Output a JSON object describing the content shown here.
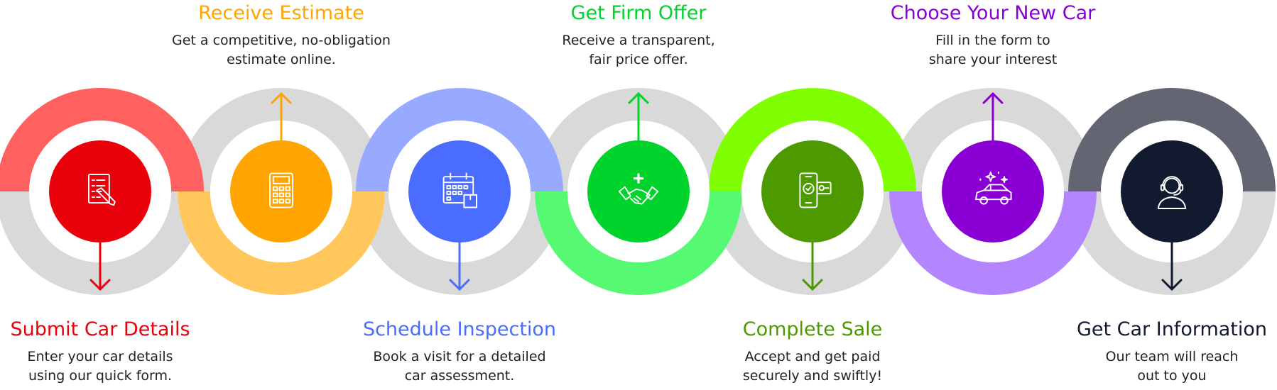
{
  "steps": [
    {
      "title": "Submit Car Details",
      "desc": "Enter your car details\nusing our quick form.",
      "color": "#e8000b",
      "ring_color": "#ff6060",
      "icon": "document-pencil-icon"
    },
    {
      "title": "Receive Estimate",
      "desc": "Get a competitive, no-obligation\nestimate online.",
      "color": "#ffa400",
      "ring_color": "#ffc75c",
      "icon": "calculator-icon"
    },
    {
      "title": "Schedule Inspection",
      "desc": "Book a visit for a detailed\ncar assessment.",
      "color": "#4a6cff",
      "ring_color": "#98aaff",
      "icon": "calendar-box-icon"
    },
    {
      "title": "Get Firm Offer",
      "desc": "Receive a transparent,\nfair price offer.",
      "color": "#00d42c",
      "ring_color": "#55fa72",
      "icon": "handshake-icon"
    },
    {
      "title": "Complete Sale",
      "desc": "Accept and get paid\nsecurely and swiftly!",
      "color": "#4c9a00",
      "ring_color": "#80ff00",
      "icon": "phone-payment-icon"
    },
    {
      "title": "Choose Your New Car",
      "desc": "Fill in the form to\nshare your interest",
      "color": "#8a00d4",
      "ring_color": "#b386ff",
      "icon": "sparkling-car-icon"
    },
    {
      "title": "Get Car Information",
      "desc": "Our team will reach\nout to you",
      "color": "#121a30",
      "ring_color": "#636672",
      "icon": "support-agent-icon"
    }
  ],
  "gray_ring": "#d9d9d9"
}
